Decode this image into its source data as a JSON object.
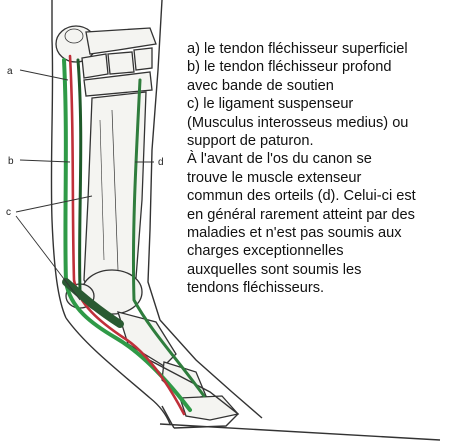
{
  "labels": {
    "a": "a",
    "b": "b",
    "c": "c",
    "d": "d"
  },
  "caption": [
    "a) le tendon fléchisseur superficiel",
    "b) le tendon fléchisseur profond",
    "avec bande de soutien",
    "c) le ligament suspenseur",
    "(Musculus interosseus medius) ou",
    "support de paturon.",
    "À l'avant de l'os du canon se",
    "trouve le muscle extenseur",
    "commun des orteils (d). Celui-ci est",
    "en général rarement atteint par des",
    "maladies et n'est pas soumis aux",
    "charges exceptionnelles",
    "auxquelles sont soumis les",
    "tendons fléchisseurs."
  ],
  "colors": {
    "superficial_flexor": "#c0303a",
    "deep_flexor": "#2f9a47",
    "suspensory": "#1f5a2a",
    "outline": "#333333",
    "bone_fill": "#f4f4f1"
  }
}
